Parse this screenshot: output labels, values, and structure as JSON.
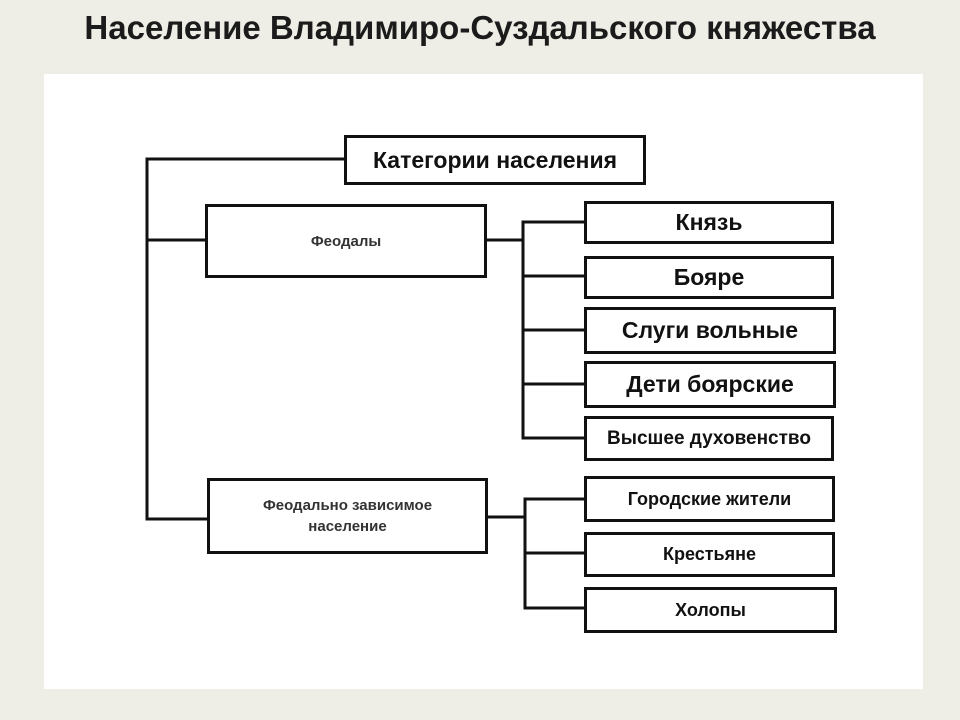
{
  "slide": {
    "title": "Население Владимиро-Суздальского княжества"
  },
  "diagram": {
    "root": "Категории населения",
    "groups": [
      {
        "label": "Феодалы",
        "members": [
          "Князь",
          "Бояре",
          "Слуги вольные",
          "Дети боярские",
          "Высшее духовенство"
        ]
      },
      {
        "label": "Феодально зависимое население",
        "members": [
          "Городские жители",
          "Крестьяне",
          "Холопы"
        ]
      }
    ]
  },
  "colors": {
    "background": "#eeede6",
    "panel": "#ffffff",
    "ink": "#111111"
  }
}
